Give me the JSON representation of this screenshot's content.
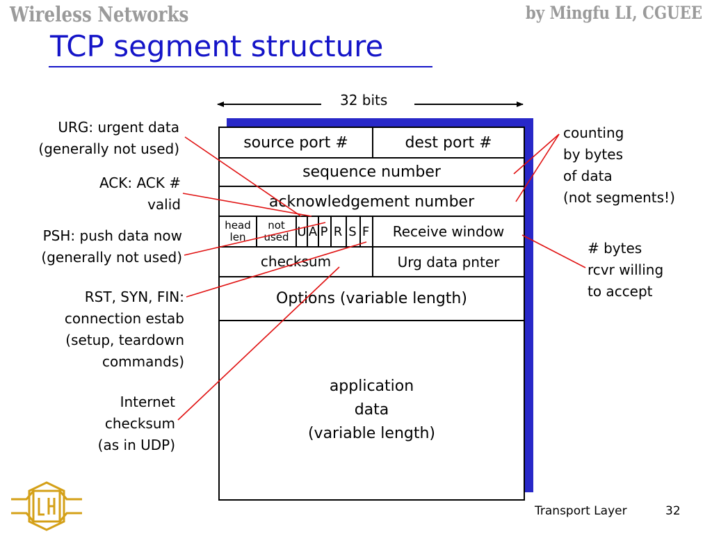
{
  "header": {
    "left": "Wireless Networks",
    "right": "by Mingfu LI, CGUEE"
  },
  "slide": {
    "title": "TCP segment structure",
    "width_label": "32 bits"
  },
  "segment": {
    "source_port": "source port #",
    "dest_port": "dest port #",
    "sequence_number": "sequence number",
    "ack_number": "acknowledgement number",
    "head_len": "head len",
    "not_used": "not used",
    "flags": [
      "U",
      "A",
      "P",
      "R",
      "S",
      "F"
    ],
    "receive_window": "Receive window",
    "checksum": "checksum",
    "urg_pointer": "Urg data pnter",
    "options": "Options (variable length)",
    "app_data": [
      "application",
      "data",
      "(variable length)"
    ]
  },
  "annotations": {
    "urg": [
      "URG: urgent data",
      "(generally not used)"
    ],
    "ack": [
      "ACK: ACK #",
      "valid"
    ],
    "psh": [
      "PSH: push data now",
      "(generally not used)"
    ],
    "rst": [
      "RST, SYN, FIN:",
      "connection estab",
      "(setup, teardown",
      "commands)"
    ],
    "checksum": [
      "Internet",
      "checksum",
      "(as in UDP)"
    ],
    "counting": [
      "counting",
      "by bytes",
      "of data",
      "(not segments!)"
    ],
    "bytes": [
      "# bytes",
      "rcvr willing",
      "to accept"
    ]
  },
  "footer": {
    "section": "Transport Layer",
    "page_number": "32"
  },
  "colors": {
    "title": "#1414c8",
    "shadow": "#2828c8",
    "pointer_lines": "#e01010",
    "header_text": "#9a9a9a",
    "logo": "#d4a017"
  }
}
